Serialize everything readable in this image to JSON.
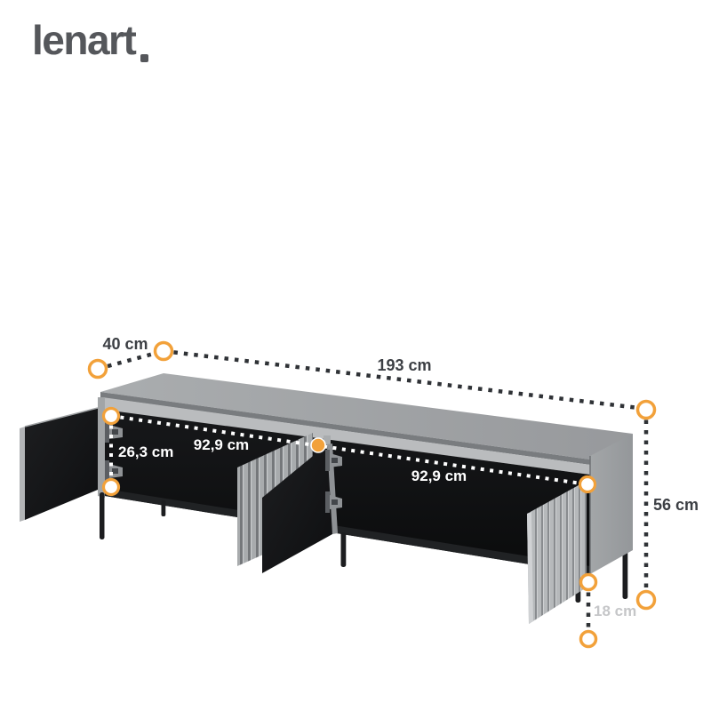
{
  "brand": {
    "wordmark": "lenart",
    "dot": "."
  },
  "diagram": {
    "dimensions": {
      "depth": "40 cm",
      "width": "193 cm",
      "height": "56 cm",
      "leg_height": "18 cm",
      "inner_height": "26,3 cm",
      "left_section_width": "92,9 cm",
      "right_section_width": "92,9 cm"
    },
    "colors": {
      "accent_orange": "#f2a13a",
      "dash_dark": "#2f3236",
      "dash_light": "#ffffff",
      "label_dark": "#3c3f44",
      "label_light": "#c5c6c8",
      "cabinet_gray": "#9b9ea0",
      "interior_black": "#121315",
      "brand_gray": "#55575b"
    }
  }
}
